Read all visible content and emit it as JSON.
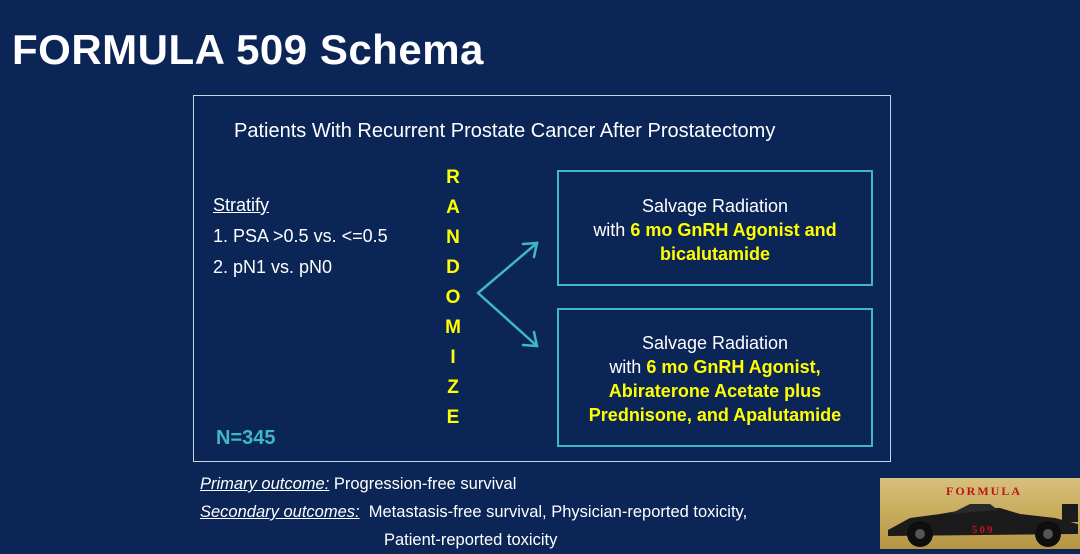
{
  "slide": {
    "title": "FORMULA 509 Schema",
    "patients": "Patients With Recurrent Prostate Cancer After Prostatectomy",
    "stratify": {
      "heading": "Stratify",
      "items": [
        "1. PSA >0.5 vs. <=0.5",
        "2. pN1 vs. pN0"
      ]
    },
    "randomize_letters": [
      "R",
      "A",
      "N",
      "D",
      "O",
      "M",
      "I",
      "Z",
      "E"
    ],
    "arm1": {
      "line1": "Salvage Radiation",
      "prefix": "with ",
      "highlight1": "6 mo GnRH Agonist and",
      "highlight2": "bicalutamide"
    },
    "arm2": {
      "line1": "Salvage Radiation",
      "prefix": "with ",
      "highlight1": "6 mo GnRH Agonist,",
      "highlight2": "Abiraterone Acetate plus",
      "highlight3": "Prednisone, and Apalutamide"
    },
    "n": "N=345",
    "primary_label": "Primary outcome:",
    "primary_value": " Progression-free survival",
    "secondary_label": "Secondary outcomes:",
    "secondary_value": "  Metastasis-free survival, Physician-reported toxicity,",
    "secondary_value2": "Patient-reported toxicity",
    "logo": {
      "word1": "FORMULA",
      "word2": "509"
    },
    "colors": {
      "background": "#0b2557",
      "accent": "#3fb7c4",
      "highlight": "#ffff00"
    }
  }
}
